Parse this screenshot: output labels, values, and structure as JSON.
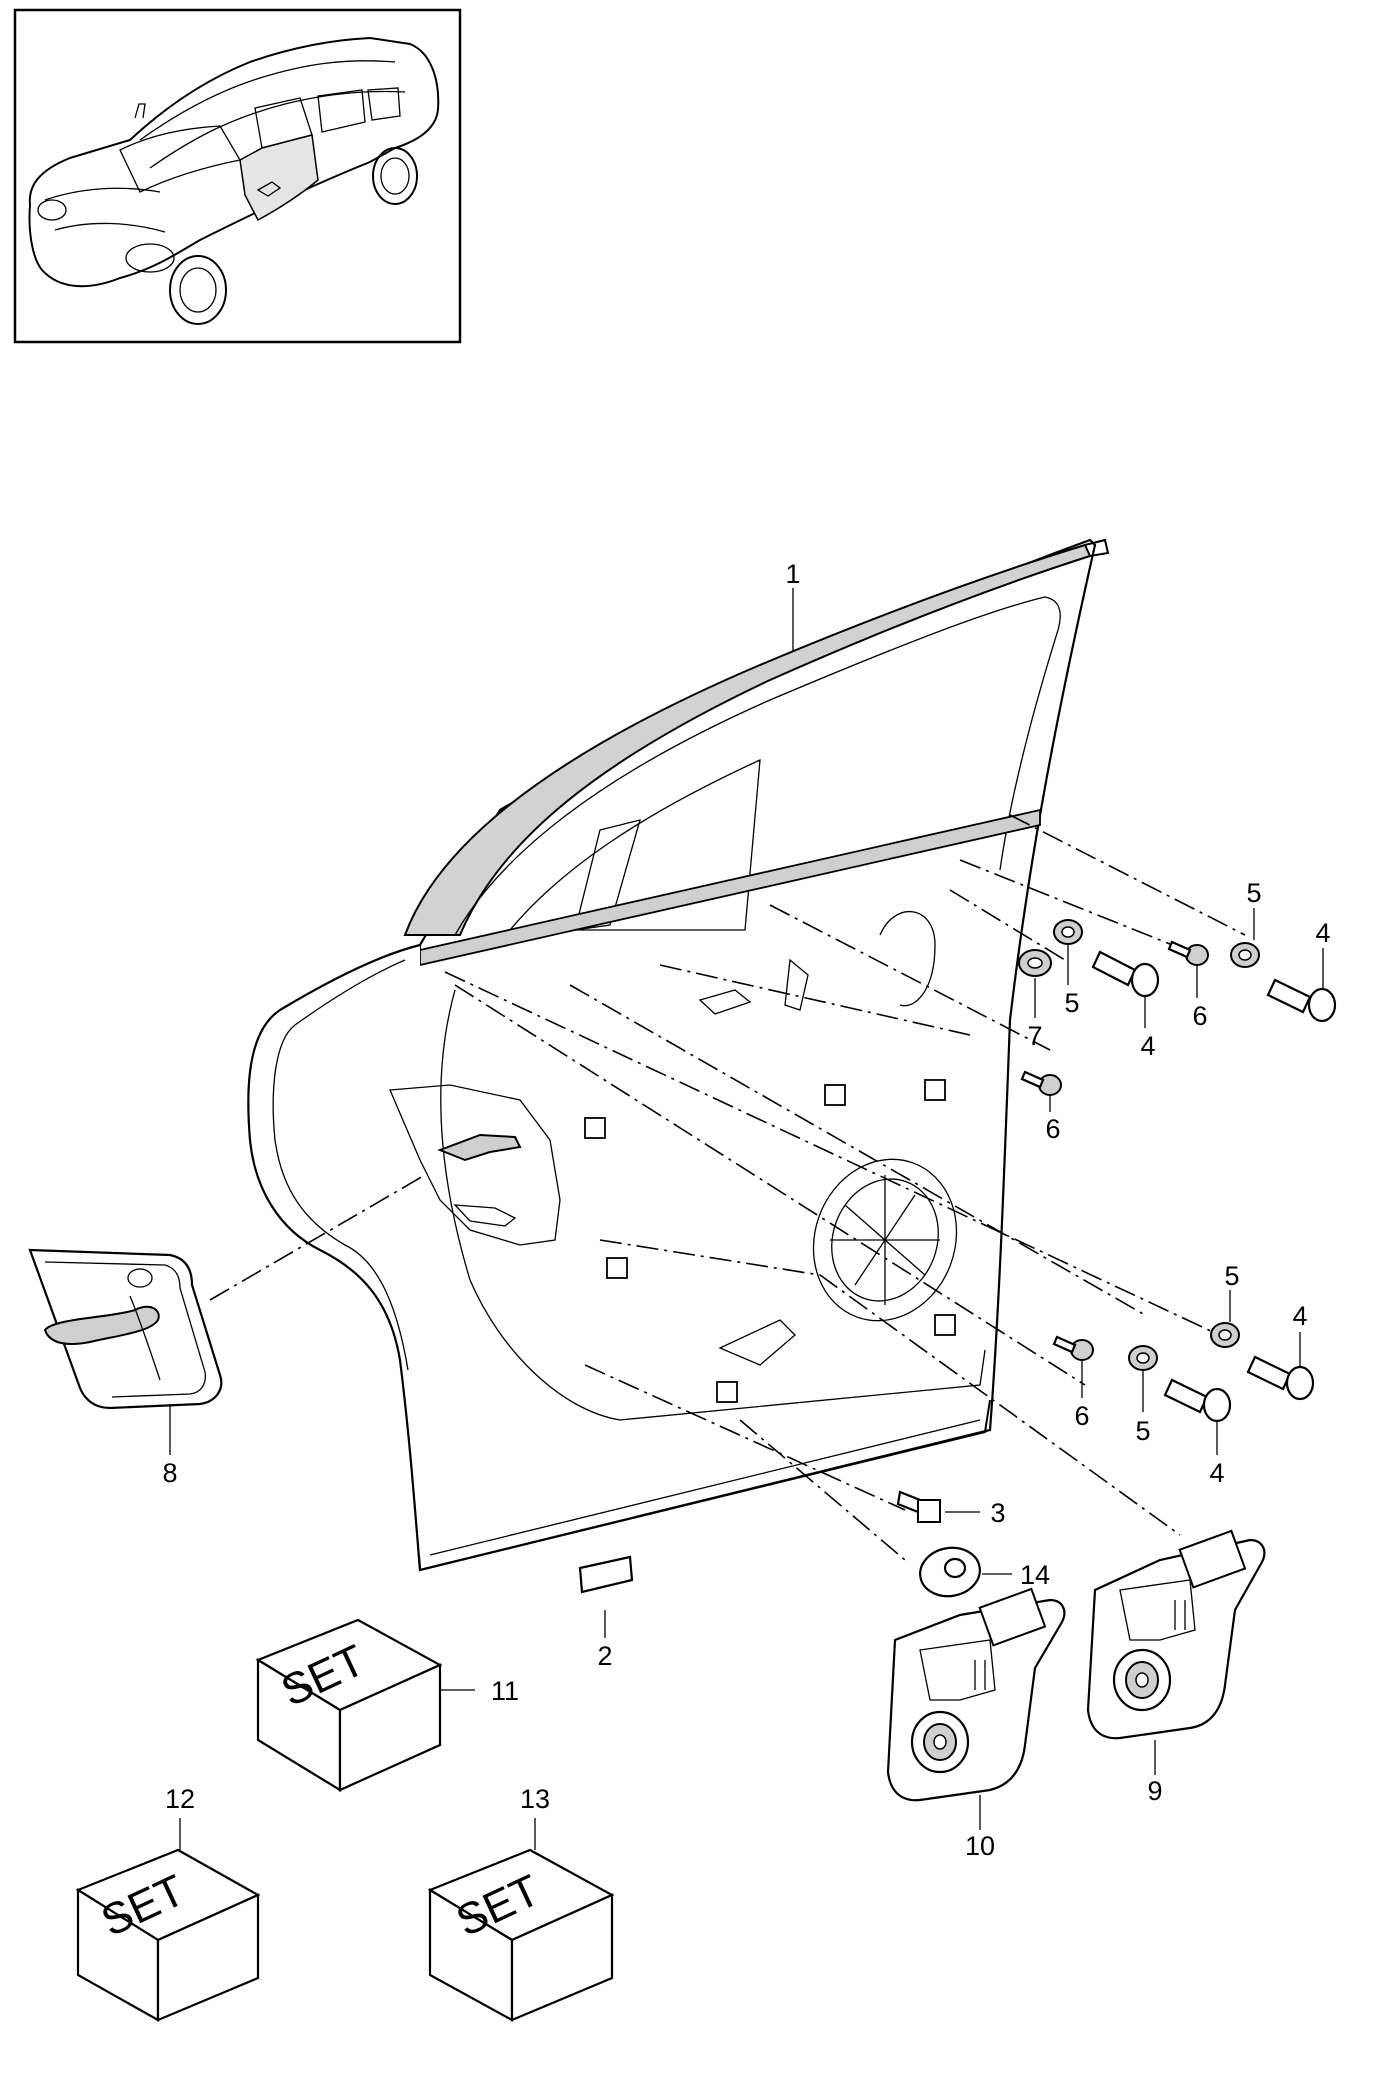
{
  "callouts": {
    "c1": "1",
    "c2": "2",
    "c3": "3",
    "c4a": "4",
    "c4b": "4",
    "c4c": "4",
    "c4d": "4",
    "c5a": "5",
    "c5b": "5",
    "c5c": "5",
    "c5d": "5",
    "c6a": "6",
    "c6b": "6",
    "c6c": "6",
    "c7": "7",
    "c8": "8",
    "c9": "9",
    "c10": "10",
    "c11": "11",
    "c12": "12",
    "c13": "13",
    "c14": "14"
  },
  "set_boxes": {
    "set11": "SET",
    "set12": "SET",
    "set13": "SET"
  },
  "thumbnail": {
    "icon": "car-overview-icon"
  }
}
